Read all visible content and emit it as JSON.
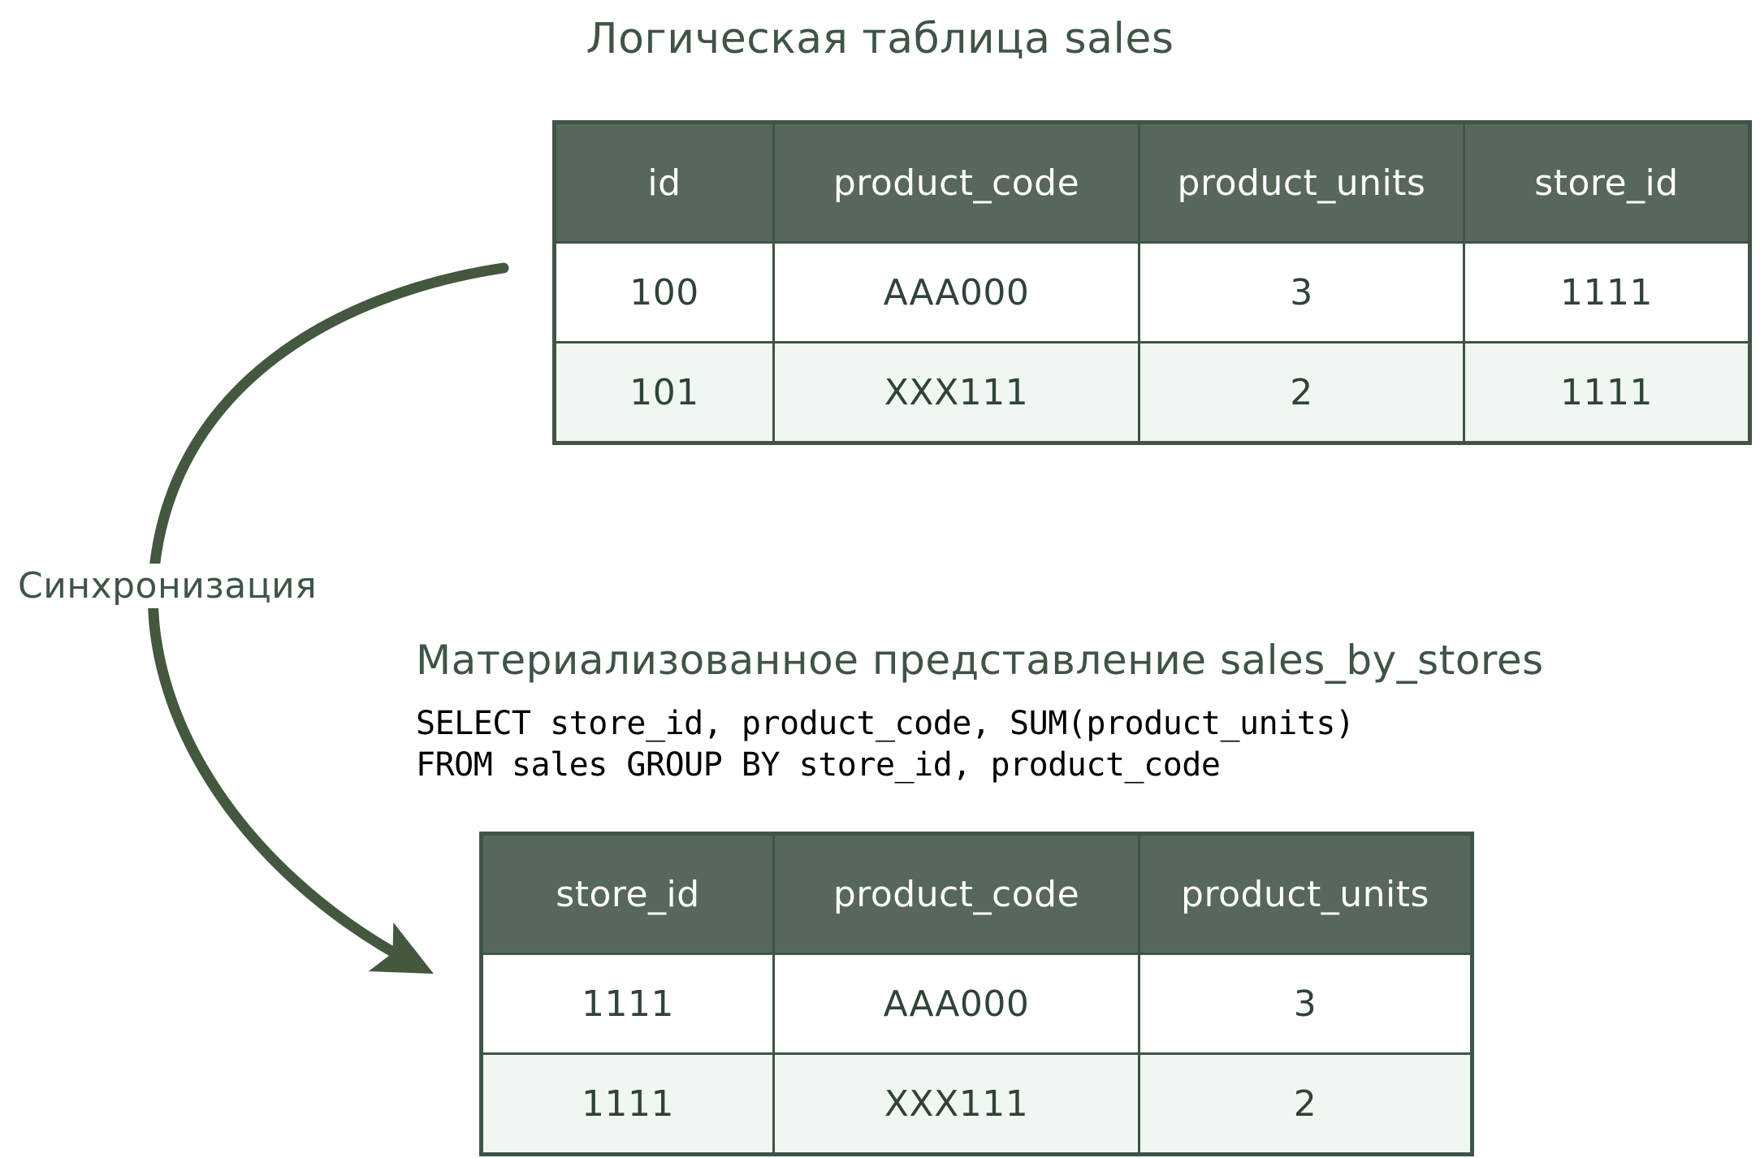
{
  "colors": {
    "header_fill": "#58675B",
    "border": "#3E5546",
    "alt_row_fill": "#F0F7F0",
    "text_green": "#2F4438",
    "arrow": "#44573F",
    "sql_text": "#000000"
  },
  "diagram": {
    "sync_label": "Синхронизация",
    "arrow_name": "sync-arrow"
  },
  "logical_table": {
    "title": "Логическая таблица sales",
    "columns": [
      "id",
      "product_code",
      "product_units",
      "store_id"
    ],
    "rows": [
      [
        "100",
        "AAA000",
        "3",
        "1111"
      ],
      [
        "101",
        "XXX111",
        "2",
        "1111"
      ]
    ]
  },
  "materialized_view": {
    "title": "Материализованное представление sales_by_stores",
    "sql": "SELECT store_id, product_code, SUM(product_units)\nFROM sales GROUP BY store_id, product_code",
    "sql_lines": [
      "SELECT store_id, product_code, SUM(product_units)",
      "FROM sales GROUP BY store_id, product_code"
    ],
    "columns": [
      "store_id",
      "product_code",
      "product_units"
    ],
    "rows": [
      [
        "1111",
        "AAA000",
        "3"
      ],
      [
        "1111",
        "XXX111",
        "2"
      ]
    ]
  }
}
